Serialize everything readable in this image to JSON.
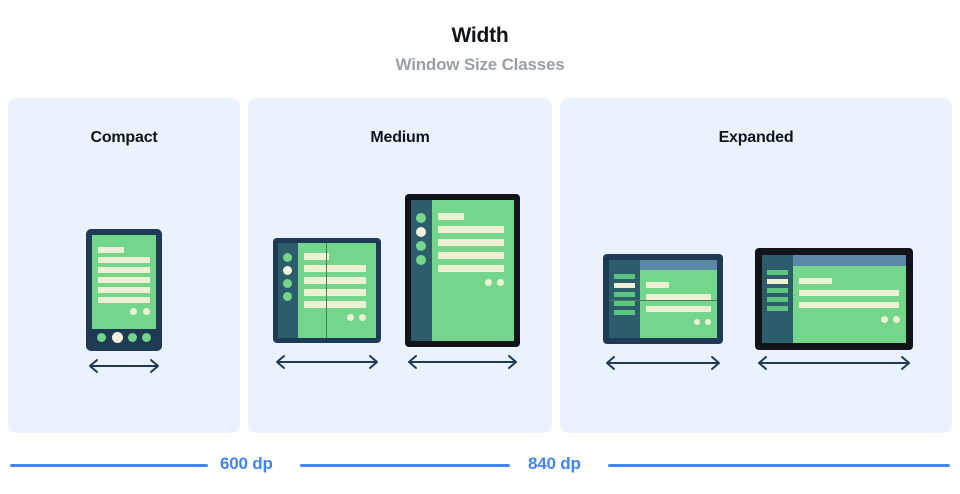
{
  "header": {
    "title": "Width",
    "subtitle": "Window Size Classes"
  },
  "columns": [
    {
      "id": "compact",
      "label": "Compact"
    },
    {
      "id": "medium",
      "label": "Medium"
    },
    {
      "id": "expanded",
      "label": "Expanded"
    }
  ],
  "breakpoints": [
    {
      "id": "bp-600",
      "label": "600 dp"
    },
    {
      "id": "bp-840",
      "label": "840 dp"
    }
  ],
  "devices": [
    {
      "id": "phone-portrait",
      "column": "compact",
      "form": "phone",
      "orientation": "portrait"
    },
    {
      "id": "foldable-unfolded",
      "column": "medium",
      "form": "foldable",
      "orientation": "portrait"
    },
    {
      "id": "tablet-portrait",
      "column": "medium",
      "form": "tablet",
      "orientation": "portrait"
    },
    {
      "id": "foldable-landscape",
      "column": "expanded",
      "form": "foldable",
      "orientation": "landscape"
    },
    {
      "id": "tablet-landscape",
      "column": "expanded",
      "form": "tablet",
      "orientation": "landscape"
    }
  ],
  "icons": {
    "width_arrow": "double-headed-horizontal-arrow"
  },
  "colors": {
    "page_background": "#ffffff",
    "panel_background": "#eaf2fd",
    "title_text": "#111418",
    "subtitle_text": "#9aa0a6",
    "accent_blue": "#4285f4",
    "device_bezel_dark": "#1e3a55",
    "device_bezel_black": "#111418",
    "screen_green": "#74d68b",
    "sidebar_teal": "#2d5c6b",
    "content_cream": "#eef0d4",
    "topbar_blue": "#5b87a6",
    "arrow_stroke": "#1e3a55"
  }
}
